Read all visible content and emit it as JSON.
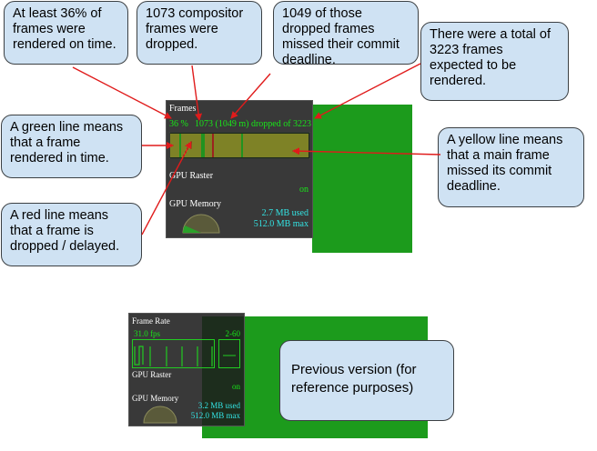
{
  "callouts": {
    "on_time": "At least 36% of frames were rendered on time.",
    "dropped": "1073 compositor frames were dropped.",
    "missed_commit": "1049 of those dropped frames missed their commit deadline.",
    "total": "There were a total of 3223 frames expected to be rendered.",
    "green_line": "A green line means that a frame rendered in time.",
    "yellow_line": "A yellow line means that a main frame missed its commit deadline.",
    "red_line": "A red line means that a frame is dropped / delayed.",
    "previous": "Previous version (for reference purposes)"
  },
  "new_hud": {
    "frames_title": "Frames",
    "percent": "36 %",
    "dropped_summary": "1073 (1049 m) dropped of 3223",
    "gpu_raster_label": "GPU Raster",
    "gpu_raster_value": "on",
    "gpu_memory_label": "GPU Memory",
    "mem_used": "2.7 MB used",
    "mem_max": "512.0 MB max"
  },
  "old_hud": {
    "frame_rate_title": "Frame Rate",
    "fps": "31.0 fps",
    "range": "2-60",
    "gpu_raster_label": "GPU Raster",
    "gpu_raster_value": "on",
    "gpu_memory_label": "GPU Memory",
    "mem_used": "3.2 MB used",
    "mem_max": "512.0 MB max"
  },
  "colors": {
    "callout_fill": "#cfe2f3",
    "page_green": "#1c9b1c",
    "hud_green_text": "#19e619",
    "hud_cyan_text": "#33e3e3",
    "bar_yellow": "#b3b32a",
    "bar_green": "#22cc22",
    "bar_red": "#e02020",
    "arrow_red": "#e01b1b"
  }
}
